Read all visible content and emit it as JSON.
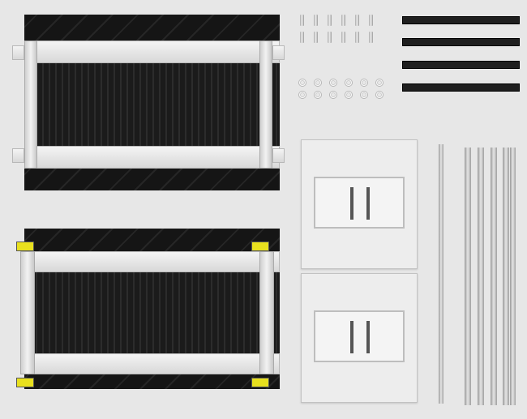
{
  "scene": {
    "background_color": "#e7e7e7",
    "belt_color": "#1b1b1b",
    "frame_color": "#e0e0e0",
    "clip_color": "#e8e01e",
    "parts": [
      "conveyor-module",
      "conveyor-module-with-clips",
      "screws",
      "washers",
      "side-rails",
      "mounting-plates",
      "rods"
    ]
  }
}
